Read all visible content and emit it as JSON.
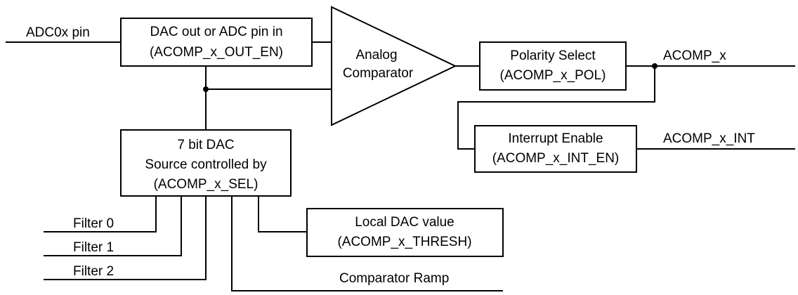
{
  "diagram": {
    "inputs": {
      "adc_pin": "ADC0x pin",
      "filter0": "Filter 0",
      "filter1": "Filter 1",
      "filter2": "Filter 2",
      "ramp": "Comparator Ramp"
    },
    "dac_out_box": {
      "line1": "DAC out or ADC pin in",
      "line2": "(ACOMP_x_OUT_EN)"
    },
    "comparator": {
      "line1": "Analog",
      "line2": "Comparator"
    },
    "polarity_box": {
      "line1": "Polarity Select",
      "line2": "(ACOMP_x_POL)"
    },
    "interrupt_box": {
      "line1": "Interrupt Enable",
      "line2": "(ACOMP_x_INT_EN)"
    },
    "dac_box": {
      "line1": "7 bit DAC",
      "line2": "Source controlled by",
      "line3": "(ACOMP_x_SEL)"
    },
    "local_dac_box": {
      "line1": "Local DAC value",
      "line2": "(ACOMP_x_THRESH)"
    },
    "outputs": {
      "acomp": "ACOMP_x",
      "acomp_int": "ACOMP_x_INT"
    }
  }
}
